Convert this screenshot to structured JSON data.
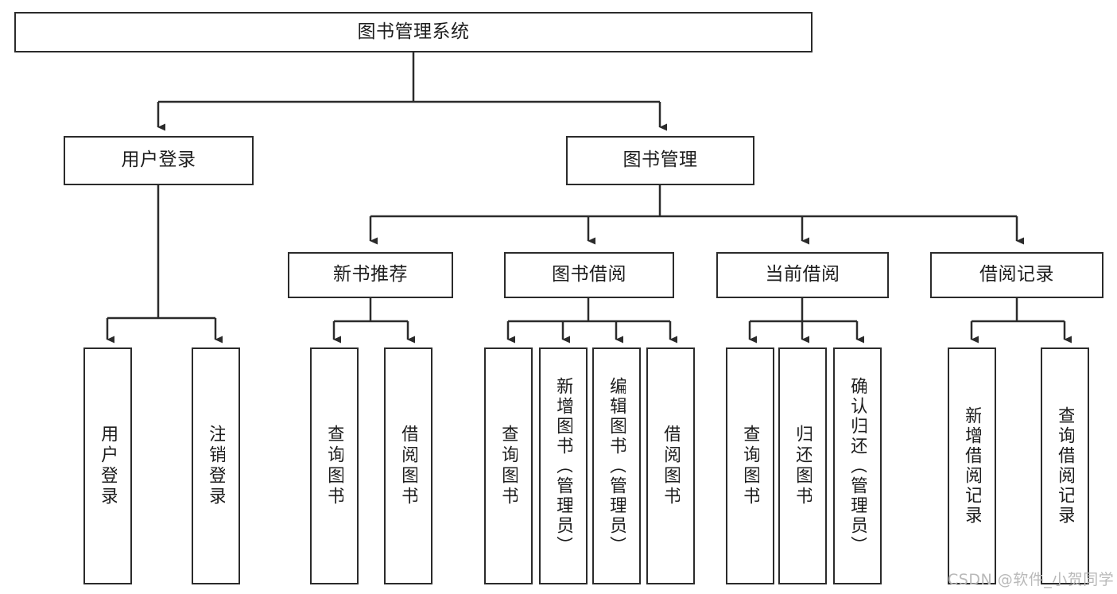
{
  "diagram": {
    "title": "图书管理系统",
    "type": "tree-hierarchy-chart",
    "line_color": "#2b2b2b",
    "box_fill": "#ffffff",
    "text_color": "#1d1d1d",
    "root": {
      "label": "图书管理系统"
    },
    "level2": [
      {
        "label": "用户登录"
      },
      {
        "label": "图书管理"
      }
    ],
    "level3": [
      {
        "label": "新书推荐"
      },
      {
        "label": "图书借阅"
      },
      {
        "label": "当前借阅"
      },
      {
        "label": "借阅记录"
      }
    ],
    "leaves": {
      "user_login": [
        {
          "label": "用户登录"
        },
        {
          "label": "注销登录"
        }
      ],
      "new_book_recommend": [
        {
          "label": "查询图书"
        },
        {
          "label": "借阅图书"
        }
      ],
      "book_borrow": [
        {
          "label": "查询图书"
        },
        {
          "label": "新增图书（管理员）"
        },
        {
          "label": "编辑图书（管理员）"
        },
        {
          "label": "借阅图书"
        }
      ],
      "current_borrow": [
        {
          "label": "查询图书"
        },
        {
          "label": "归还图书"
        },
        {
          "label": "确认归还（管理员）"
        }
      ],
      "borrow_record": [
        {
          "label": "新增借阅记录"
        },
        {
          "label": "查询借阅记录"
        }
      ]
    }
  },
  "watermark": {
    "text": "CSDN @软件_小贺同学",
    "color": "#b9b9b9"
  }
}
